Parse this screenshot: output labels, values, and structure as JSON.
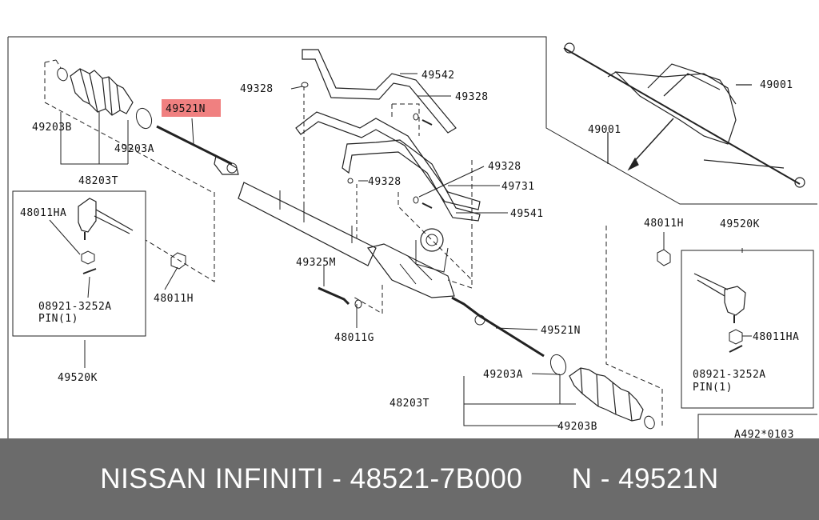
{
  "labels": {
    "p49521N_highlight": "49521N",
    "p49328_a": "49328",
    "p49542": "49542",
    "p49328_b": "49328",
    "p49203B_left": "49203B",
    "p49203A_left": "49203A",
    "p48203T_left": "48203T",
    "p49328_c": "49328",
    "p49328_d": "49328",
    "p49731": "49731",
    "p49541": "49541",
    "p48011HA_left": "48011HA",
    "p08921_left": "08921-3252A",
    "pin_left": "PIN(1)",
    "p49520K_left": "49520K",
    "p48011H_left": "48011H",
    "p49325M": "49325M",
    "p48011G": "48011G",
    "p49001_a": "49001",
    "p49001_b": "49001",
    "p48011H_right": "48011H",
    "p49520K_right": "49520K",
    "p48011HA_right": "48011HA",
    "p08921_right": "08921-3252A",
    "pin_right": "PIN(1)",
    "p49521N_right": "49521N",
    "p49203A_right": "49203A",
    "p48203T_right": "48203T",
    "p49203B_right": "49203B",
    "ref_code": "A492*0103"
  },
  "highlight_color": "#f08080",
  "footer": {
    "part_text": "NISSAN INFINITI - 48521-7B000",
    "ref_text": "N - 49521N"
  }
}
